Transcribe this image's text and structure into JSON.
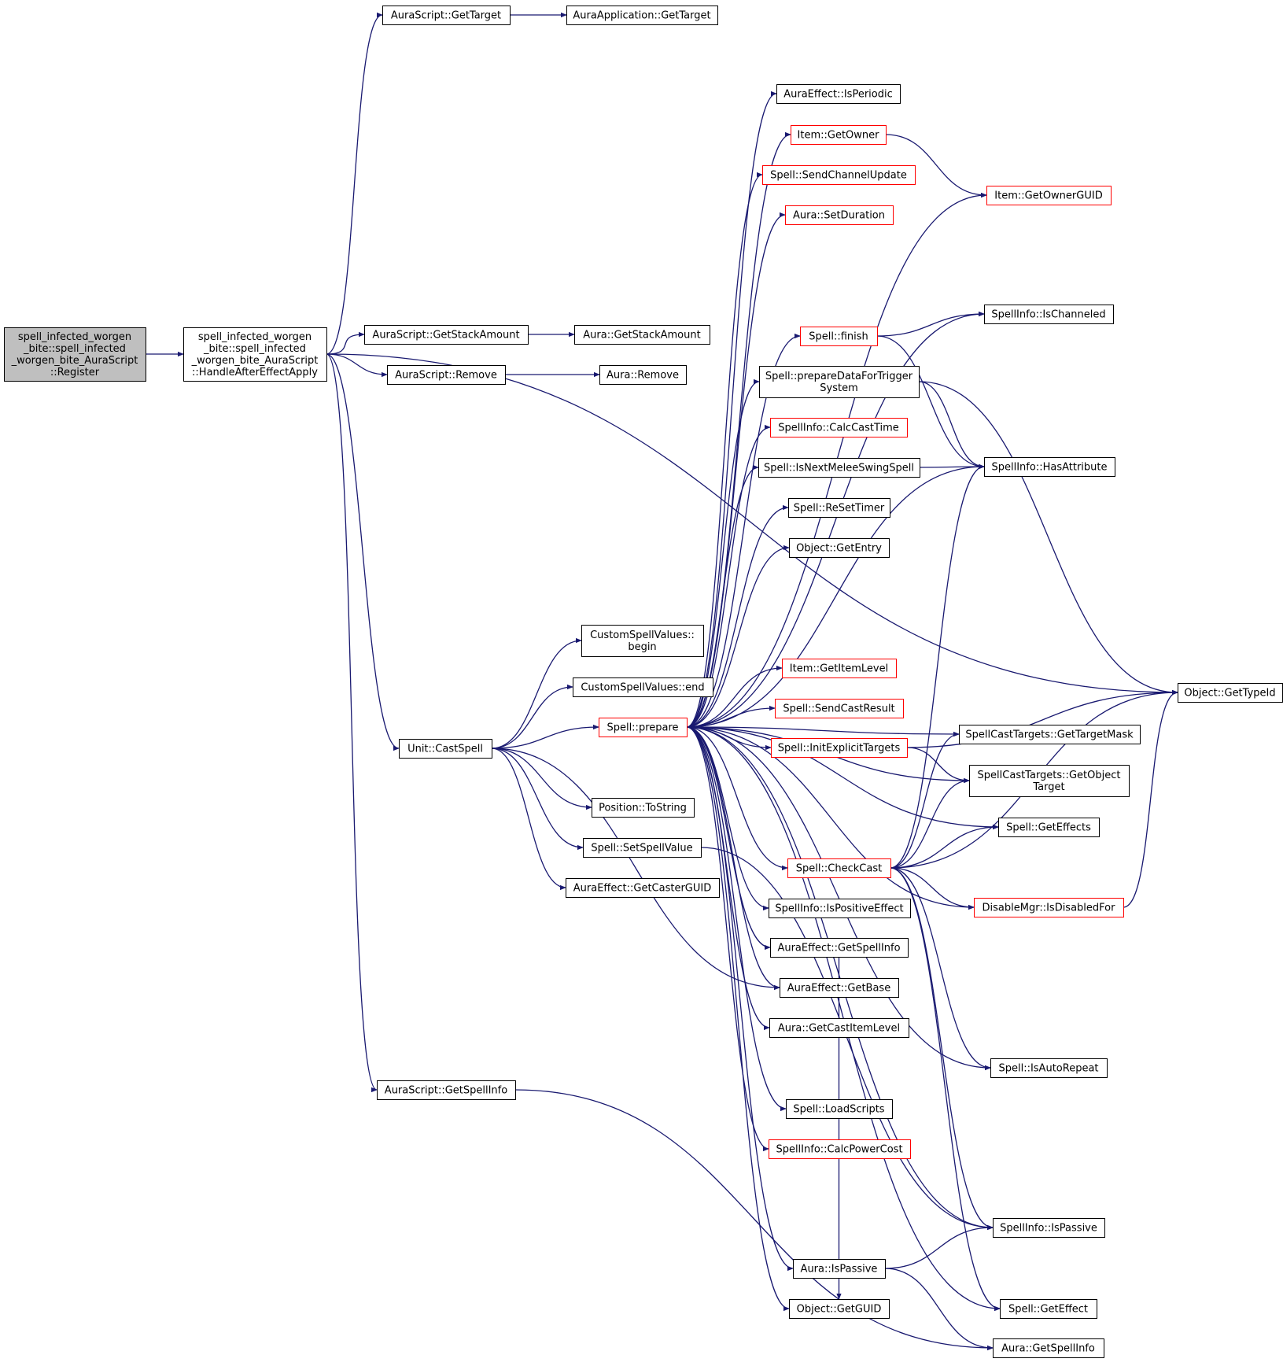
{
  "colors": {
    "edge": "#191970",
    "border_default": "#000000",
    "border_truncated": "#ff0000",
    "root_fill": "#bfbfbf",
    "node_fill": "#ffffff"
  },
  "nodes": {
    "root": {
      "lines": [
        "spell_infected_worgen",
        "_bite::spell_infected",
        "_worgen_bite_AuraScript",
        "::Register"
      ],
      "style": "root"
    },
    "hafter": {
      "lines": [
        "spell_infected_worgen",
        "_bite::spell_infected",
        "_worgen_bite_AuraScript",
        "::HandleAfterEffectApply"
      ],
      "style": "normal"
    },
    "as_gettarget": {
      "lines": [
        "AuraScript::GetTarget"
      ],
      "style": "normal"
    },
    "aa_gettarget": {
      "lines": [
        "AuraApplication::GetTarget"
      ],
      "style": "normal"
    },
    "as_getstack": {
      "lines": [
        "AuraScript::GetStackAmount"
      ],
      "style": "normal"
    },
    "a_getstack": {
      "lines": [
        "Aura::GetStackAmount"
      ],
      "style": "normal"
    },
    "as_remove": {
      "lines": [
        "AuraScript::Remove"
      ],
      "style": "normal"
    },
    "a_remove": {
      "lines": [
        "Aura::Remove"
      ],
      "style": "normal"
    },
    "castspell": {
      "lines": [
        "Unit::CastSpell"
      ],
      "style": "normal"
    },
    "as_getspellinfo": {
      "lines": [
        "AuraScript::GetSpellInfo"
      ],
      "style": "normal"
    },
    "csv_begin": {
      "lines": [
        "CustomSpellValues::",
        "begin"
      ],
      "style": "normal"
    },
    "csv_end": {
      "lines": [
        "CustomSpellValues::end"
      ],
      "style": "normal"
    },
    "prepare": {
      "lines": [
        "Spell::prepare"
      ],
      "style": "truncated"
    },
    "pos_tostring": {
      "lines": [
        "Position::ToString"
      ],
      "style": "normal"
    },
    "setspellvalue": {
      "lines": [
        "Spell::SetSpellValue"
      ],
      "style": "normal"
    },
    "ae_castergiud": {
      "lines": [
        "AuraEffect::GetCasterGUID"
      ],
      "style": "normal"
    },
    "ae_isperiodic": {
      "lines": [
        "AuraEffect::IsPeriodic"
      ],
      "style": "normal"
    },
    "item_getowner": {
      "lines": [
        "Item::GetOwner"
      ],
      "style": "truncated"
    },
    "sendchannel": {
      "lines": [
        "Spell::SendChannelUpdate"
      ],
      "style": "truncated"
    },
    "a_setduration": {
      "lines": [
        "Aura::SetDuration"
      ],
      "style": "truncated"
    },
    "finish": {
      "lines": [
        "Spell::finish"
      ],
      "style": "truncated"
    },
    "preptrigger": {
      "lines": [
        "Spell::prepareDataForTrigger",
        "System"
      ],
      "style": "normal"
    },
    "calccasttime": {
      "lines": [
        "SpellInfo::CalcCastTime"
      ],
      "style": "truncated"
    },
    "nextmelee": {
      "lines": [
        "Spell::IsNextMeleeSwingSpell"
      ],
      "style": "normal"
    },
    "resettimer": {
      "lines": [
        "Spell::ReSetTimer"
      ],
      "style": "normal"
    },
    "getentry": {
      "lines": [
        "Object::GetEntry"
      ],
      "style": "normal"
    },
    "itemlevel": {
      "lines": [
        "Item::GetItemLevel"
      ],
      "style": "truncated"
    },
    "sendcastresult": {
      "lines": [
        "Spell::SendCastResult"
      ],
      "style": "truncated"
    },
    "initexplicit": {
      "lines": [
        "Spell::InitExplicitTargets"
      ],
      "style": "truncated"
    },
    "checkcast": {
      "lines": [
        "Spell::CheckCast"
      ],
      "style": "truncated"
    },
    "ispositive": {
      "lines": [
        "SpellInfo::IsPositiveEffect"
      ],
      "style": "normal"
    },
    "ae_getspellinfo": {
      "lines": [
        "AuraEffect::GetSpellInfo"
      ],
      "style": "normal"
    },
    "ae_getbase": {
      "lines": [
        "AuraEffect::GetBase"
      ],
      "style": "normal"
    },
    "a_castitemlevel": {
      "lines": [
        "Aura::GetCastItemLevel"
      ],
      "style": "normal"
    },
    "loadscripts": {
      "lines": [
        "Spell::LoadScripts"
      ],
      "style": "normal"
    },
    "calcpowercost": {
      "lines": [
        "SpellInfo::CalcPowerCost"
      ],
      "style": "truncated"
    },
    "a_ispassive": {
      "lines": [
        "Aura::IsPassive"
      ],
      "style": "normal"
    },
    "getguid": {
      "lines": [
        "Object::GetGUID"
      ],
      "style": "normal"
    },
    "ownerguid": {
      "lines": [
        "Item::GetOwnerGUID"
      ],
      "style": "truncated"
    },
    "ischanneled": {
      "lines": [
        "SpellInfo::IsChanneled"
      ],
      "style": "normal"
    },
    "hasattribute": {
      "lines": [
        "SpellInfo::HasAttribute"
      ],
      "style": "normal"
    },
    "targetmask": {
      "lines": [
        "SpellCastTargets::GetTargetMask"
      ],
      "style": "normal"
    },
    "objecttarget": {
      "lines": [
        "SpellCastTargets::GetObject",
        "Target"
      ],
      "style": "normal"
    },
    "geteffects": {
      "lines": [
        "Spell::GetEffects"
      ],
      "style": "normal"
    },
    "disabledfor": {
      "lines": [
        "DisableMgr::IsDisabledFor"
      ],
      "style": "truncated"
    },
    "isautorepeat": {
      "lines": [
        "Spell::IsAutoRepeat"
      ],
      "style": "normal"
    },
    "si_ispassive": {
      "lines": [
        "SpellInfo::IsPassive"
      ],
      "style": "normal"
    },
    "geteffect": {
      "lines": [
        "Spell::GetEffect"
      ],
      "style": "normal"
    },
    "a_getspellinfo": {
      "lines": [
        "Aura::GetSpellInfo"
      ],
      "style": "normal"
    },
    "gettypeid": {
      "lines": [
        "Object::GetTypeId"
      ],
      "style": "normal"
    }
  },
  "edges": [
    [
      "root",
      "hafter"
    ],
    [
      "hafter",
      "as_gettarget"
    ],
    [
      "hafter",
      "gettypeid"
    ],
    [
      "hafter",
      "as_getstack"
    ],
    [
      "hafter",
      "as_remove"
    ],
    [
      "hafter",
      "castspell"
    ],
    [
      "hafter",
      "as_getspellinfo"
    ],
    [
      "as_gettarget",
      "aa_gettarget"
    ],
    [
      "as_getstack",
      "a_getstack"
    ],
    [
      "as_remove",
      "a_remove"
    ],
    [
      "as_getspellinfo",
      "a_getspellinfo"
    ],
    [
      "castspell",
      "csv_begin"
    ],
    [
      "castspell",
      "csv_end"
    ],
    [
      "castspell",
      "prepare"
    ],
    [
      "castspell",
      "pos_tostring"
    ],
    [
      "castspell",
      "setspellvalue"
    ],
    [
      "castspell",
      "ae_castergiud"
    ],
    [
      "castspell",
      "ae_getbase"
    ],
    [
      "setspellvalue",
      "si_ispassive"
    ],
    [
      "prepare",
      "ae_isperiodic"
    ],
    [
      "prepare",
      "item_getowner"
    ],
    [
      "prepare",
      "sendchannel"
    ],
    [
      "prepare",
      "a_setduration"
    ],
    [
      "prepare",
      "ownerguid"
    ],
    [
      "prepare",
      "ischanneled"
    ],
    [
      "prepare",
      "finish"
    ],
    [
      "prepare",
      "preptrigger"
    ],
    [
      "prepare",
      "calccasttime"
    ],
    [
      "prepare",
      "nextmelee"
    ],
    [
      "prepare",
      "resettimer"
    ],
    [
      "prepare",
      "getentry"
    ],
    [
      "prepare",
      "hasattribute"
    ],
    [
      "prepare",
      "targetmask"
    ],
    [
      "prepare",
      "itemlevel"
    ],
    [
      "prepare",
      "sendcastresult"
    ],
    [
      "prepare",
      "initexplicit"
    ],
    [
      "prepare",
      "objecttarget"
    ],
    [
      "prepare",
      "geteffects"
    ],
    [
      "prepare",
      "checkcast"
    ],
    [
      "prepare",
      "ispositive"
    ],
    [
      "prepare",
      "ae_getspellinfo"
    ],
    [
      "prepare",
      "ae_getbase"
    ],
    [
      "prepare",
      "a_castitemlevel"
    ],
    [
      "prepare",
      "disabledfor"
    ],
    [
      "prepare",
      "loadscripts"
    ],
    [
      "prepare",
      "calcpowercost"
    ],
    [
      "prepare",
      "isautorepeat"
    ],
    [
      "prepare",
      "si_ispassive"
    ],
    [
      "prepare",
      "a_ispassive"
    ],
    [
      "prepare",
      "getguid"
    ],
    [
      "prepare",
      "geteffect"
    ],
    [
      "item_getowner",
      "ownerguid"
    ],
    [
      "finish",
      "ischanneled"
    ],
    [
      "finish",
      "hasattribute"
    ],
    [
      "preptrigger",
      "hasattribute"
    ],
    [
      "preptrigger",
      "gettypeid"
    ],
    [
      "nextmelee",
      "hasattribute"
    ],
    [
      "initexplicit",
      "gettypeid"
    ],
    [
      "initexplicit",
      "objecttarget"
    ],
    [
      "checkcast",
      "hasattribute"
    ],
    [
      "checkcast",
      "targetmask"
    ],
    [
      "checkcast",
      "objecttarget"
    ],
    [
      "checkcast",
      "geteffects"
    ],
    [
      "checkcast",
      "gettypeid"
    ],
    [
      "checkcast",
      "disabledfor"
    ],
    [
      "checkcast",
      "isautorepeat"
    ],
    [
      "checkcast",
      "si_ispassive"
    ],
    [
      "checkcast",
      "geteffect"
    ],
    [
      "disabledfor",
      "gettypeid"
    ],
    [
      "a_ispassive",
      "si_ispassive"
    ],
    [
      "a_ispassive",
      "a_getspellinfo"
    ],
    [
      "ae_getspellinfo",
      "getguid"
    ]
  ]
}
